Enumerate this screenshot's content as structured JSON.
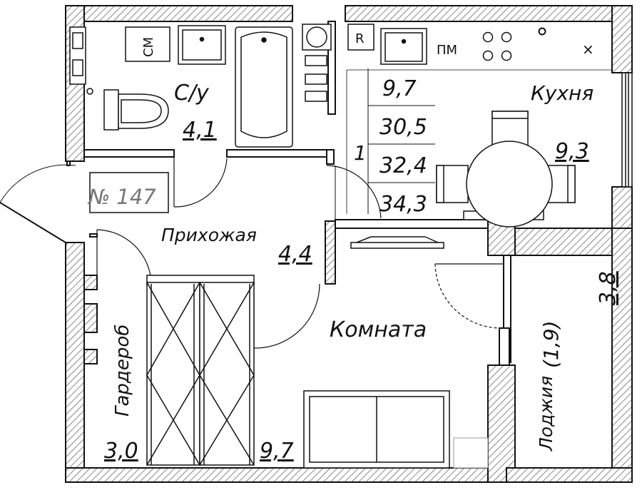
{
  "apartment": {
    "number_label": "№ 147",
    "totals": {
      "rooms_count": "1",
      "living_area": "9,7",
      "total_area_1": "30,5",
      "total_area_2": "32,4",
      "total_area_3": "34,3"
    }
  },
  "rooms": {
    "bathroom": {
      "name": "С/у",
      "area": "4,1"
    },
    "kitchen": {
      "name": "Кухня",
      "area": "9,3"
    },
    "hallway": {
      "name": "Прихожая",
      "area": "4,4"
    },
    "living_room": {
      "name": "Комната",
      "area": "9,7"
    },
    "wardrobe": {
      "name": "Гардероб",
      "area": "3,0"
    },
    "loggia": {
      "name": "Лоджия",
      "area_paren": "(1,9)",
      "area_full": "3,8"
    }
  },
  "appliances": {
    "washer": "СМ",
    "dishwasher": "ПМ",
    "fridge": "R",
    "hood": "×"
  },
  "colors": {
    "line": "#111111",
    "hatch": "#555555",
    "background": "#ffffff"
  }
}
